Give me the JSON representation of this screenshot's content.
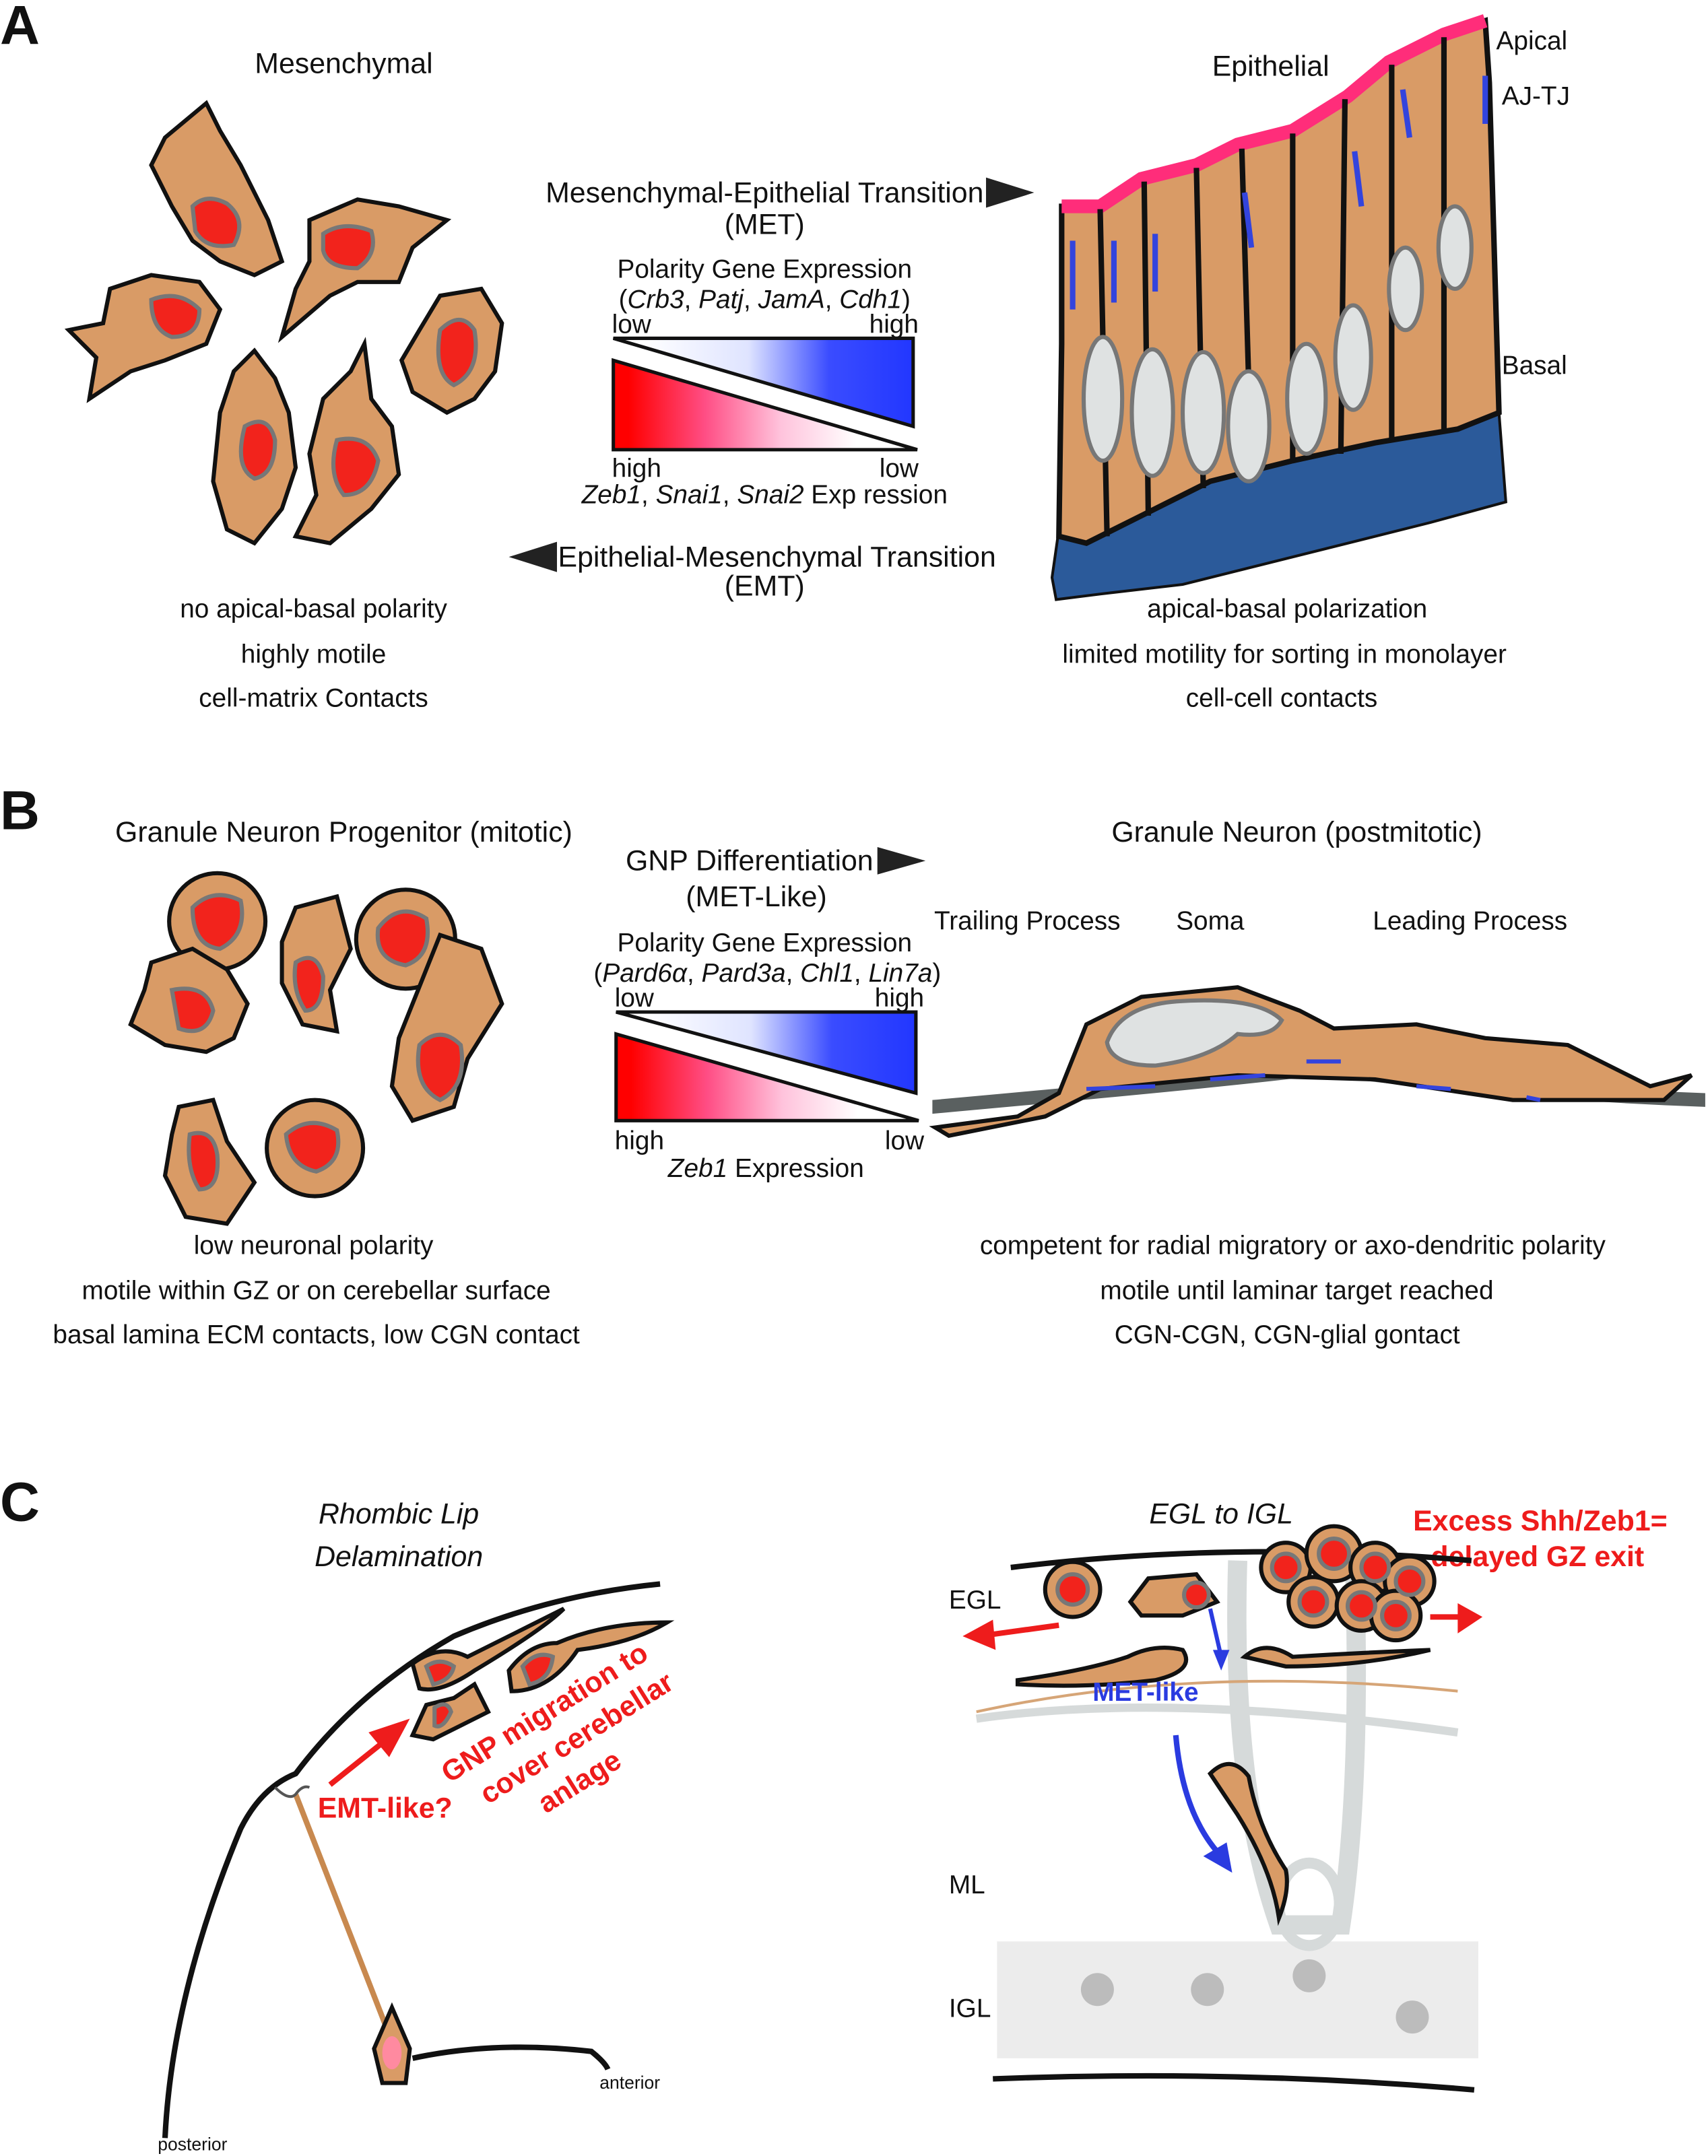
{
  "panels": {
    "a": "A",
    "b": "B",
    "c": "C"
  },
  "colors": {
    "cell": "#d99b66",
    "nucleus": "#f2231c",
    "apical": "#ff2d7a",
    "junction": "#3344dd",
    "basal_lamina": "#2b5a9a",
    "gradient_high_polarity": "#2237ff",
    "gradient_high_emt": "#ff0000",
    "annotation_red": "#ee1c1c",
    "annotation_blue": "#2a3be0"
  },
  "panel_a": {
    "left_title": "Mesenchymal",
    "right_title": "Epithelial",
    "labels": {
      "apical": "Apical",
      "junction": "AJ-TJ",
      "basal": "Basal"
    },
    "met": {
      "title": "Mesenchymal-Epithelial Transition",
      "abbr": "(MET)"
    },
    "emt": {
      "title": "Epithelial-Mesenchymal Transition",
      "abbr": "(EMT)"
    },
    "gradient": {
      "top_title": "Polarity Gene Expression",
      "top_genes": {
        "open": "(",
        "g1": "Crb3",
        "sep1": ", ",
        "g2": "Patj",
        "sep2": ", ",
        "g3": "JamA",
        "sep3": ", ",
        "g4": "Cdh1",
        "close": ")"
      },
      "top_low": "low",
      "top_high": "high",
      "bottom_high": "high",
      "bottom_low": "low",
      "bottom_genes": {
        "g1": "Zeb1",
        "sep1": ", ",
        "g2": "Snai1",
        "sep2": ", ",
        "g3": "Snai2",
        "suffix": " Exp ression"
      }
    },
    "left_captions": [
      "no apical-basal polarity",
      "highly motile",
      "cell-matrix Contacts"
    ],
    "right_captions": [
      "apical-basal polarization",
      "limited motility for sorting in monolayer",
      "cell-cell contacts"
    ]
  },
  "panel_b": {
    "left_title": "Granule Neuron Progenitor (mitotic)",
    "right_title": "Granule Neuron (postmitotic)",
    "diff": {
      "title": "GNP Differentiation",
      "abbr": "(MET-Like)"
    },
    "neuron_labels": {
      "trailing": "Trailing Process",
      "soma": "Soma",
      "leading": "Leading Process"
    },
    "gradient": {
      "top_title": "Polarity Gene Expression",
      "top_genes": {
        "open": "(",
        "g1": "Pard6α",
        "sep1": ", ",
        "g2": "Pard3a",
        "sep2": ", ",
        "g3": "Chl1",
        "sep3": ", ",
        "g4": "Lin7a",
        "close": ")"
      },
      "top_low": "low",
      "top_high": "high",
      "bottom_high": "high",
      "bottom_low": "low",
      "bottom_genes": {
        "g1": "Zeb1",
        "suffix": " Expression"
      }
    },
    "left_captions": [
      "low neuronal polarity",
      "motile within GZ or on cerebellar surface",
      "basal lamina ECM contacts, low CGN contact"
    ],
    "right_captions": [
      "competent for radial migratory or axo-dendritic polarity",
      "motile until laminar target reached",
      "CGN-CGN, CGN-glial gontact"
    ]
  },
  "panel_c": {
    "left_title": [
      "Rhombic Lip",
      "Delamination"
    ],
    "right_title": "EGL to IGL",
    "emt_like": "EMT-like?",
    "migration": [
      "GNP migration to",
      "cover cerebellar",
      "anlage"
    ],
    "anterior": "anterior",
    "posterior": "posterior",
    "excess": [
      "Excess Shh/Zeb1=",
      "delayed GZ exit"
    ],
    "met_like": "MET-like",
    "layers": {
      "egl": "EGL",
      "ml": "ML",
      "igl": "IGL"
    }
  }
}
